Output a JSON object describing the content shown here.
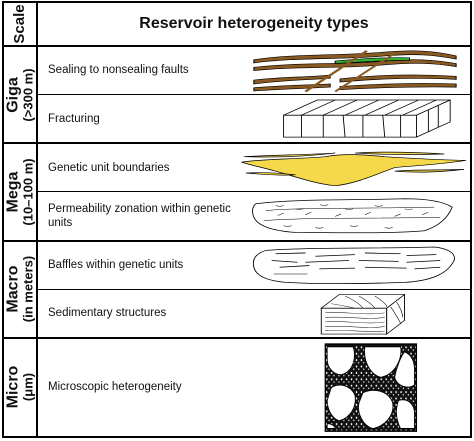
{
  "header": {
    "scale": "Scale",
    "title": "Reservoir heterogeneity types"
  },
  "scales": [
    {
      "name": "Giga",
      "range": "(>300 m)"
    },
    {
      "name": "Mega",
      "range": "(10–100 m)"
    },
    {
      "name": "Macro",
      "range": "(in meters)"
    },
    {
      "name": "Micro",
      "range": "(μm)"
    }
  ],
  "rows": [
    {
      "label": "Sealing to nonsealing faults",
      "icon": "fault-blocks-icon"
    },
    {
      "label": "Fracturing",
      "icon": "fractured-block-icon"
    },
    {
      "label": "Genetic unit boundaries",
      "icon": "sand-lenses-icon"
    },
    {
      "label": "Permeability zonation within genetic units",
      "icon": "zonation-icon"
    },
    {
      "label": "Baffles within genetic units",
      "icon": "baffles-icon"
    },
    {
      "label": "Sedimentary structures",
      "icon": "cross-bedding-icon"
    },
    {
      "label": "Microscopic heterogeneity",
      "icon": "pore-grains-icon"
    }
  ],
  "colors": {
    "fault_layers": "#8b5a22",
    "fault_highlight": "#33b033",
    "sand_yellow": "#f5d94a",
    "line": "#000000"
  }
}
